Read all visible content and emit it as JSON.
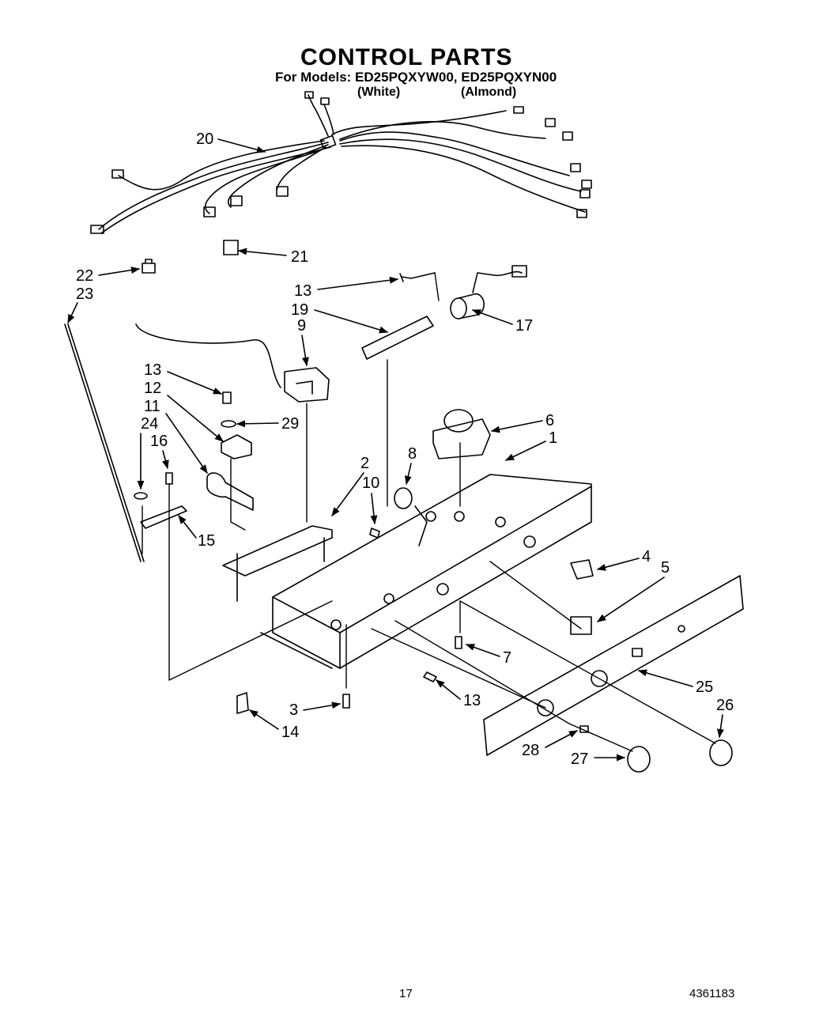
{
  "header": {
    "title": "CONTROL PARTS",
    "models_line": "For Models: ED25PQXYW00, ED25PQXYN00",
    "variant_white": "(White)",
    "variant_almond": "(Almond)"
  },
  "callouts": [
    "20",
    "21",
    "22",
    "23",
    "13",
    "19",
    "17",
    "9",
    "13",
    "12",
    "11",
    "29",
    "6",
    "1",
    "24",
    "16",
    "8",
    "2",
    "10",
    "15",
    "4",
    "5",
    "7",
    "13",
    "3",
    "14",
    "25",
    "26",
    "28",
    "27"
  ],
  "footer": {
    "page_number": "17",
    "document_number": "4361183"
  }
}
